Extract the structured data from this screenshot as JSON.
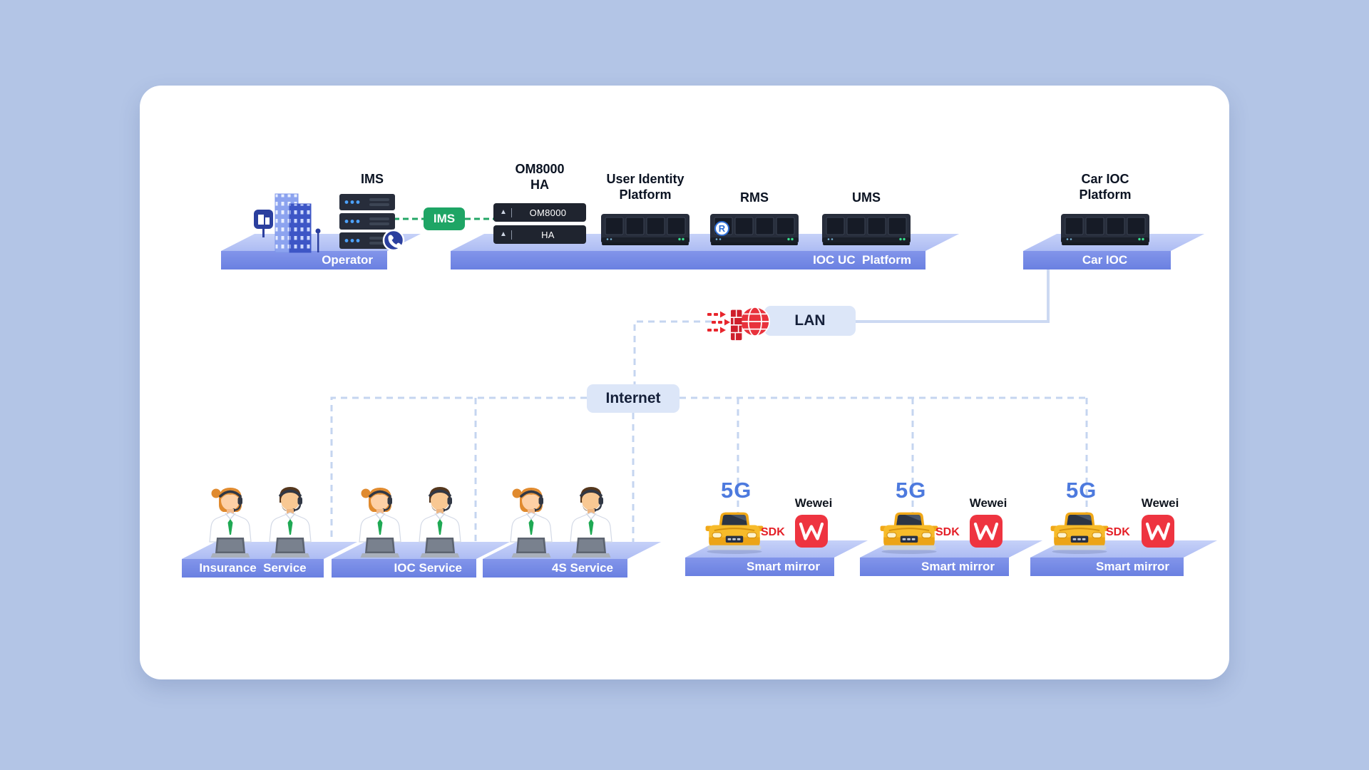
{
  "canvas": {
    "background": "#b3c5e6",
    "card_background": "#ffffff"
  },
  "operator": {
    "ims_title": "IMS",
    "platform_label": "Operator"
  },
  "link_badge": {
    "label": "IMS"
  },
  "ioc_uc": {
    "om8000_title_line1": "OM8000",
    "om8000_title_line2": "HA",
    "om8000_device_label": "OM8000",
    "ha_device_label": "HA",
    "user_identity_title_line1": "User Identity",
    "user_identity_title_line2": "Platform",
    "rms_title": "RMS",
    "rms_logo_letter": "R",
    "ums_title": "UMS",
    "platform_label": "IOC UC  Platform"
  },
  "car_ioc": {
    "title_line1": "Car IOC",
    "title_line2": "Platform",
    "platform_label": "Car IOC"
  },
  "network": {
    "lan_label": "LAN",
    "internet_label": "Internet"
  },
  "service_desks": [
    {
      "platform_label": "Insurance  Service"
    },
    {
      "platform_label": "IOC Service"
    },
    {
      "platform_label": "4S Service"
    }
  ],
  "smart_mirrors": [
    {
      "tech_label": "5G",
      "brand_label": "Wewei",
      "sdk_label": "SDK",
      "platform_label": "Smart mirror"
    },
    {
      "tech_label": "5G",
      "brand_label": "Wewei",
      "sdk_label": "SDK",
      "platform_label": "Smart mirror"
    },
    {
      "tech_label": "5G",
      "brand_label": "Wewei",
      "sdk_label": "SDK",
      "platform_label": "Smart mirror"
    }
  ],
  "colors": {
    "platform_front": "#7186e4",
    "platform_top": "#b7c4f5",
    "green_link": "#1ea565",
    "blue_5g": "#4d7ade",
    "red_accent": "#e42028",
    "dashed_line": "#c5d5f0"
  }
}
